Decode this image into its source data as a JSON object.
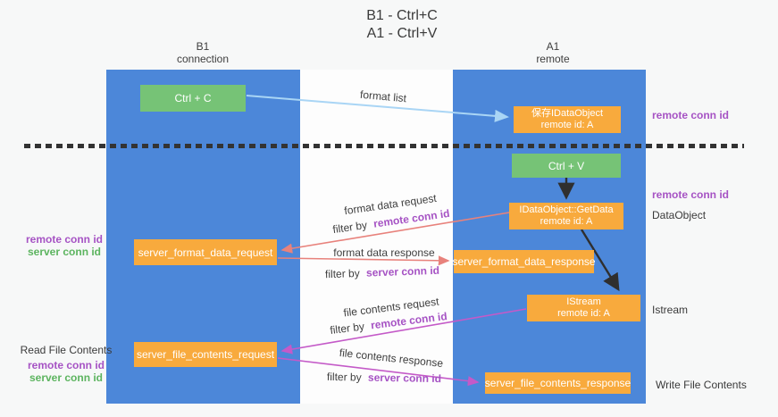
{
  "title": {
    "line1": "B1 - Ctrl+C",
    "line2": "A1 - Ctrl+V"
  },
  "lanes": {
    "left": {
      "name": "B1",
      "role": "connection"
    },
    "right": {
      "name": "A1",
      "role": "remote"
    }
  },
  "nodes": {
    "ctrl_c": {
      "label": "Ctrl + C"
    },
    "save_dataobject": {
      "line1": "保存IDataObject",
      "line2": "remote id: A"
    },
    "ctrl_v": {
      "label": "Ctrl + V"
    },
    "getdata": {
      "line1": "IDataObject::GetData",
      "line2": "remote id: A"
    },
    "format_request": {
      "label": "server_format_data_request"
    },
    "format_response": {
      "label": "server_format_data_response"
    },
    "istream": {
      "line1": "IStream",
      "line2": "remote id: A"
    },
    "file_request": {
      "label": "server_file_contents_request"
    },
    "file_response": {
      "label": "server_file_contents_response"
    }
  },
  "edges": {
    "format_list": {
      "label": "format list"
    },
    "format_data_request": {
      "label": "format data request",
      "filter_prefix": "filter by",
      "filter_key": "remote conn id"
    },
    "format_data_response": {
      "label": "format data response",
      "filter_prefix": "filter by",
      "filter_key": "server conn id"
    },
    "file_contents_request": {
      "label": "file contents request",
      "filter_prefix": "filter by",
      "filter_key": "remote conn id"
    },
    "file_contents_response": {
      "label": "file contents response",
      "filter_prefix": "filter by",
      "filter_key": "server conn id"
    }
  },
  "side_labels": {
    "right_remote_conn_top": "remote conn id",
    "right_remote_conn_mid": "remote conn id",
    "dataobject": "DataObject",
    "istream": "Istream",
    "write_file_contents": "Write File Contents",
    "left_format_remote": "remote conn id",
    "left_format_server": "server conn id",
    "read_file_contents": "Read File Contents",
    "left_file_remote": "remote conn id",
    "left_file_server": "server conn id"
  },
  "colors": {
    "lane_blue": "#4c87d9",
    "green_box": "#76c376",
    "orange_box": "#f8aa3d",
    "arrow_red": "#e8827c",
    "arrow_magenta": "#c45ac8",
    "arrow_lightblue": "#a9d5f5",
    "arrow_black": "#2f2f2f",
    "text_purple": "#a653c4",
    "text_green": "#5cb45f"
  }
}
